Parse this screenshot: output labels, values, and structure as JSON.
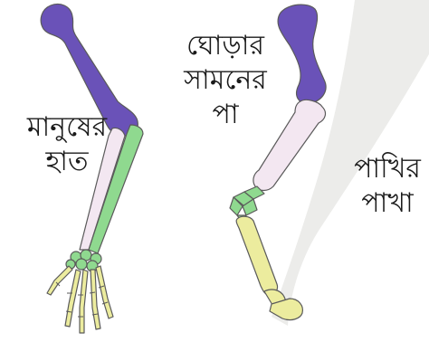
{
  "labels": {
    "human": [
      "মানুষের",
      "হাত"
    ],
    "horse": [
      "ঘোড়ার",
      "সামনের",
      "পা"
    ],
    "bird": [
      "পাখির",
      "পাখা"
    ]
  },
  "colors": {
    "humerus": "#6a52b8",
    "radius": "#f3e7f1",
    "ulna": "#8fd98f",
    "carpals": "#8fd98f",
    "phalanges": "#ecec9e",
    "outline": "#5a5a5a",
    "wing_shadow": "#ececea"
  }
}
